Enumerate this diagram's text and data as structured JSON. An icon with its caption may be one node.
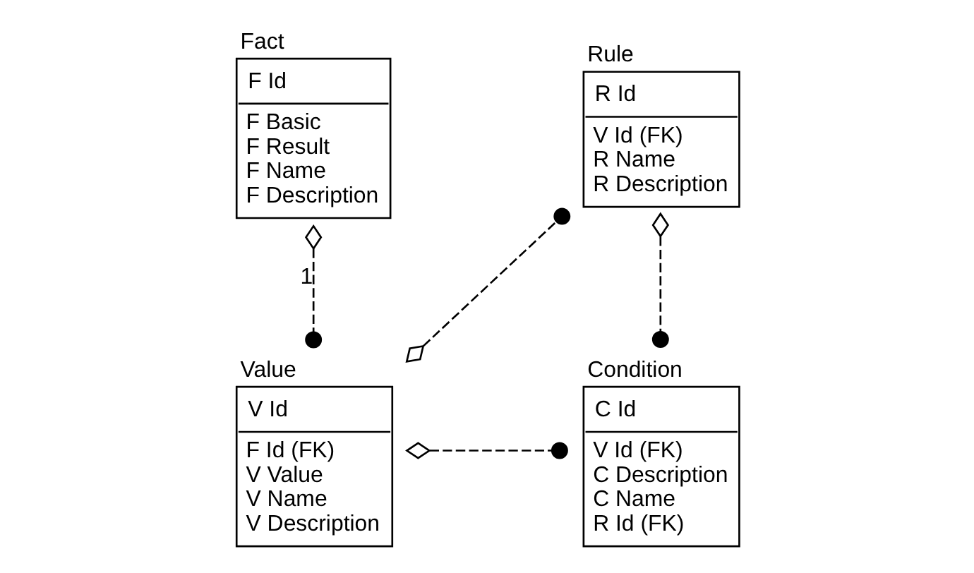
{
  "diagram": {
    "nodes": [
      {
        "text": [
          "Fact",
          "F Id",
          "F Basic",
          "F Result",
          "F Name",
          "F Description"
        ]
      },
      {
        "text": [
          "Rule",
          "R Id",
          "V Id (FK)",
          "R Name",
          "R Description"
        ]
      },
      {
        "text": [
          "Value",
          "V Id",
          "F Id (FK)",
          "V Value",
          "V Name",
          "V Description"
        ]
      },
      {
        "text": [
          "Condition",
          "C Id",
          "V Id (FK)",
          "C Description",
          "C Name",
          "R Id (FK)"
        ]
      }
    ],
    "edges": [
      {
        "from": 0,
        "to": 2,
        "arrow": "other",
        "label": "1",
        "style": "dashed"
      },
      {
        "from": 2,
        "to": 1,
        "arrow": "other",
        "style": "dashed"
      },
      {
        "from": 1,
        "to": 3,
        "arrow": "other",
        "style": "dashed"
      },
      {
        "from": 2,
        "to": 3,
        "arrow": "other",
        "style": "dashed"
      }
    ]
  }
}
